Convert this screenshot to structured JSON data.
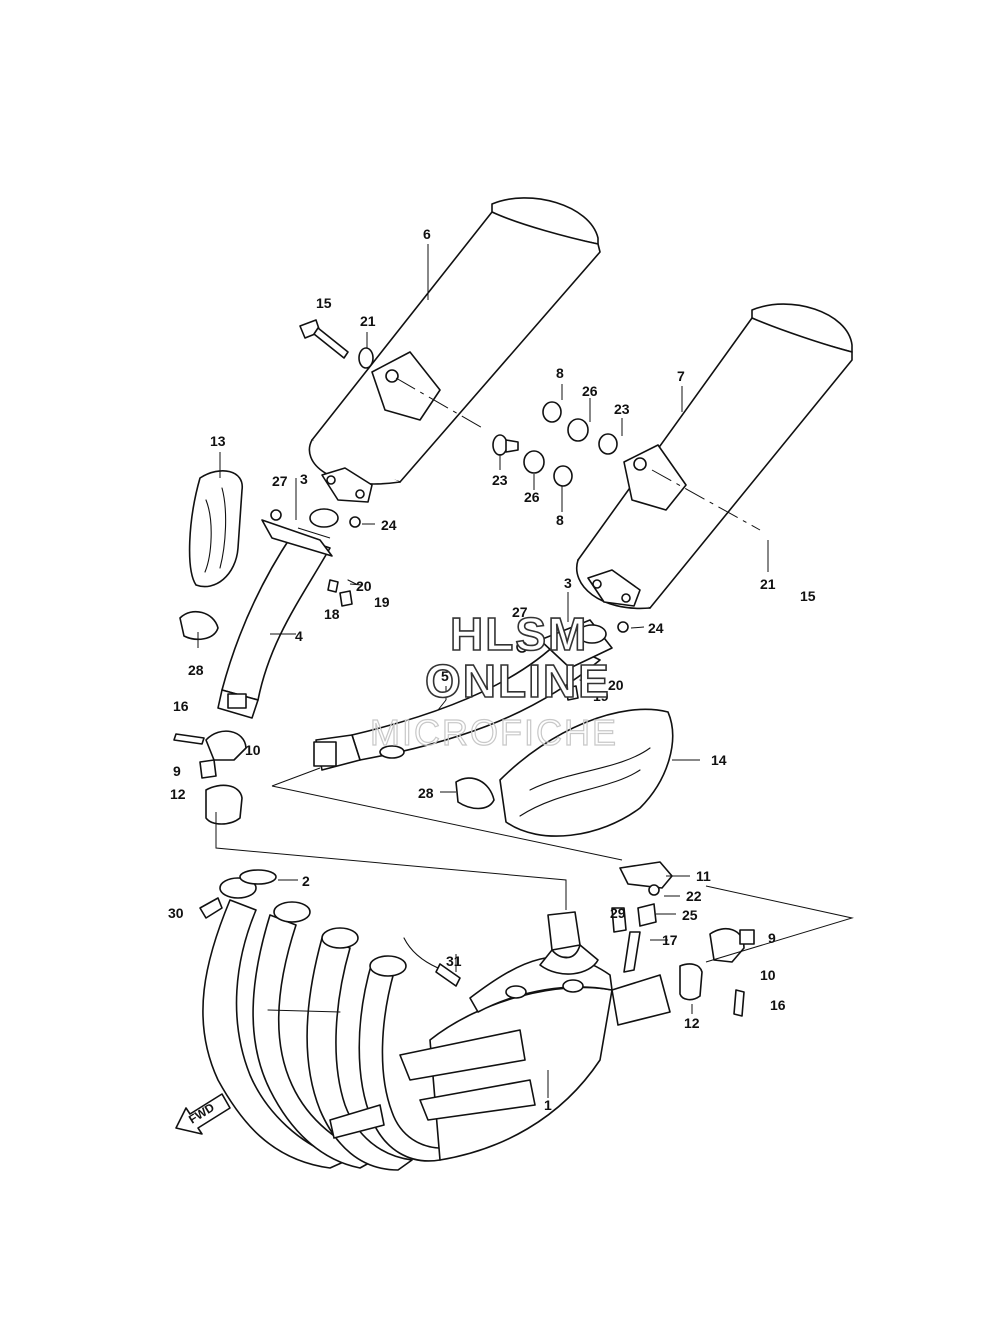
{
  "diagram": {
    "watermark": {
      "line1": "HLSM",
      "line2": "ONLINE",
      "line3": "MICROFICHE"
    },
    "direction_marker": "FWD",
    "callouts": {
      "c6": "6",
      "c15a": "15",
      "c21a": "21",
      "c13": "13",
      "c27a": "27",
      "c3a": "3",
      "c24a": "24",
      "c20a": "20",
      "c18": "18",
      "c19a": "19",
      "c28a": "28",
      "c4": "4",
      "c16a": "16",
      "c10a": "10",
      "c9a": "9",
      "c12a": "12",
      "c8a": "8",
      "c26a": "26",
      "c23a": "23",
      "c7": "7",
      "c23b": "23",
      "c26b": "26",
      "c8b": "8",
      "c21b": "21",
      "c15b": "15",
      "c3b": "3",
      "c24b": "24",
      "c27b": "27",
      "c5": "5",
      "c20b": "20",
      "c19b": "19",
      "c14": "14",
      "c28b": "28",
      "c11": "11",
      "c22": "22",
      "c29": "29",
      "c25": "25",
      "c17": "17",
      "c9b": "9",
      "c10b": "10",
      "c12b": "12",
      "c16b": "16",
      "c2": "2",
      "c30": "30",
      "c31": "31",
      "c1": "1"
    }
  }
}
